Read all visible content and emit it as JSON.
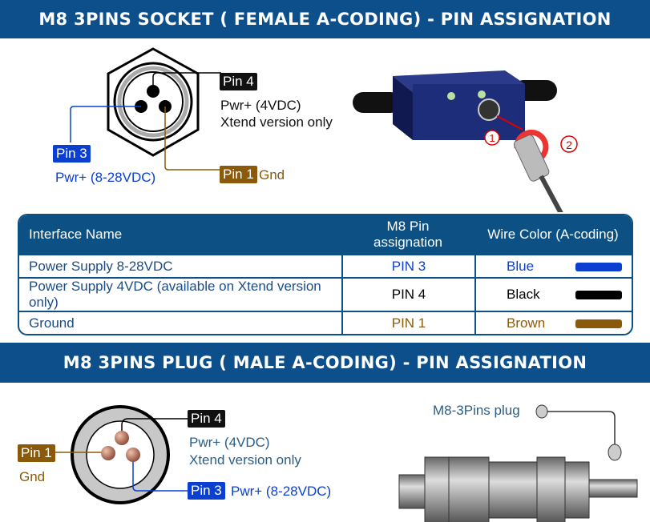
{
  "socket": {
    "title": "M8 3PINS SOCKET ( FEMALE A-CODING) - PIN ASSIGNATION",
    "pin4": "Pin 4",
    "pin4_desc1": "Pwr+ (4VDC)",
    "pin4_desc2": "Xtend version only",
    "pin3": "Pin 3",
    "pin3_desc": "Pwr+ (8-28VDC)",
    "pin1": "Pin 1",
    "pin1_desc": "Gnd",
    "step1": "1",
    "step2": "2"
  },
  "table": {
    "headers": [
      "Interface Name",
      "M8 Pin assignation",
      "Wire Color (A-coding)"
    ],
    "rows": [
      {
        "name": "Power Supply 8-28VDC",
        "pin": "PIN 3",
        "color": "Blue",
        "hex": "#0b3fd0"
      },
      {
        "name": "Power Supply 4VDC (available on Xtend version only)",
        "pin": "PIN 4",
        "color": "Black",
        "hex": "#000000"
      },
      {
        "name": "Ground",
        "pin": "PIN 1",
        "color": "Brown",
        "hex": "#8a5a0a"
      }
    ]
  },
  "plug": {
    "title": "M8 3PINS PLUG ( MALE A-CODING) - PIN ASSIGNATION",
    "pin4": "Pin 4",
    "pin4_desc1": "Pwr+ (4VDC)",
    "pin4_desc2": "Xtend version only",
    "pin3": "Pin 3",
    "pin3_desc": "Pwr+ (8-28VDC)",
    "pin1": "Pin 1",
    "pin1_desc": "Gnd",
    "plug_label": "M8-3Pins plug"
  },
  "colors": {
    "banner": "#0d4f8b",
    "blue": "#0b3fd0",
    "brown": "#8a5a0a",
    "black": "#000000",
    "teal": "#2a5e86"
  }
}
